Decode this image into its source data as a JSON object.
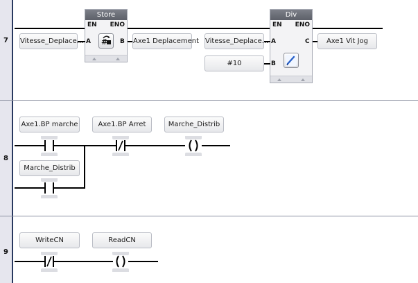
{
  "rungs": [
    {
      "number": "7"
    },
    {
      "number": "8"
    },
    {
      "number": "9"
    }
  ],
  "rung7": {
    "store_block": {
      "title": "Store",
      "en": "EN",
      "eno": "ENO",
      "in_a": "A",
      "out_b": "B",
      "icon": "store-hash-icon",
      "input": "Vitesse_Deplace...",
      "output": "Axe1 Deplacement"
    },
    "div_block": {
      "title": "Div",
      "en": "EN",
      "eno": "ENO",
      "in_a": "A",
      "in_b": "B",
      "out_c": "C",
      "icon": "divide-pen-icon",
      "input_a": "Vitesse_Deplace...",
      "input_b": "#10",
      "output": "Axe1 Vit Jog"
    }
  },
  "rung8": {
    "contact1": "Axe1.BP marche",
    "contact2": "Axe1.BP Arret",
    "coil": "Marche_Distrib",
    "parallel_contact": "Marche_Distrib"
  },
  "rung9": {
    "contact": "WriteCN",
    "coil": "ReadCN"
  },
  "colors": {
    "gutter": "#e6e6ee",
    "rail": "#28385f",
    "block_header": "#6b6e77"
  }
}
